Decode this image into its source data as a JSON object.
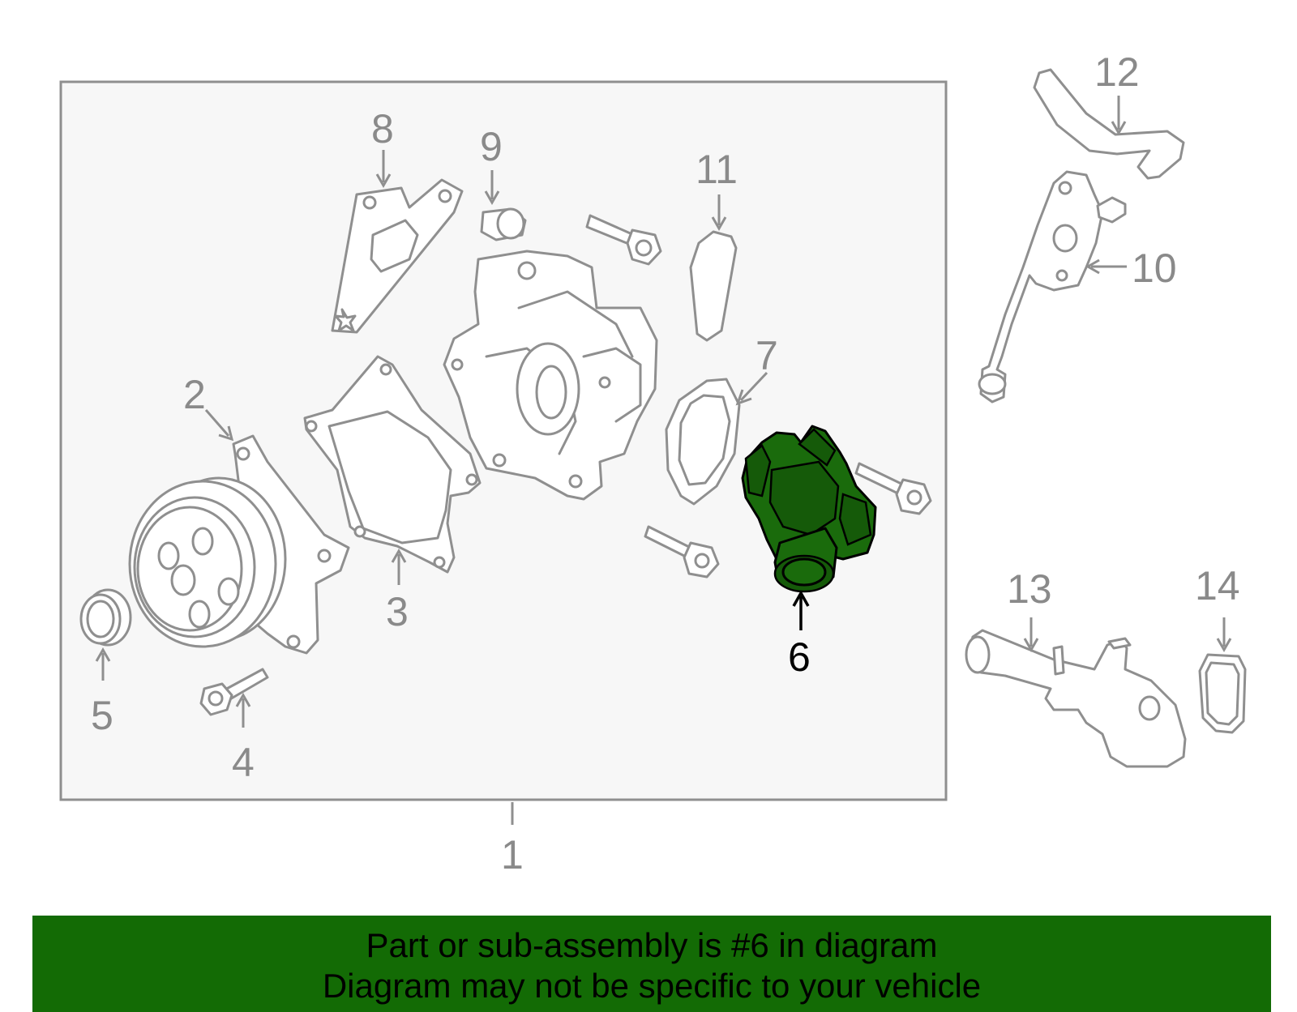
{
  "callouts": {
    "c1": "1",
    "c2": "2",
    "c3": "3",
    "c4": "4",
    "c5": "5",
    "c6": "6",
    "c7": "7",
    "c8": "8",
    "c9": "9",
    "c10": "10",
    "c11": "11",
    "c12": "12",
    "c13": "13",
    "c14": "14"
  },
  "banner": {
    "line1": "Part or sub-assembly is #6 in diagram",
    "line2": "Diagram may not be specific to your vehicle"
  },
  "colors": {
    "highlight": "#1a6b0c",
    "banner": "#136b05",
    "outline": "#8f8f8f",
    "panel": "#f7f7f7"
  }
}
